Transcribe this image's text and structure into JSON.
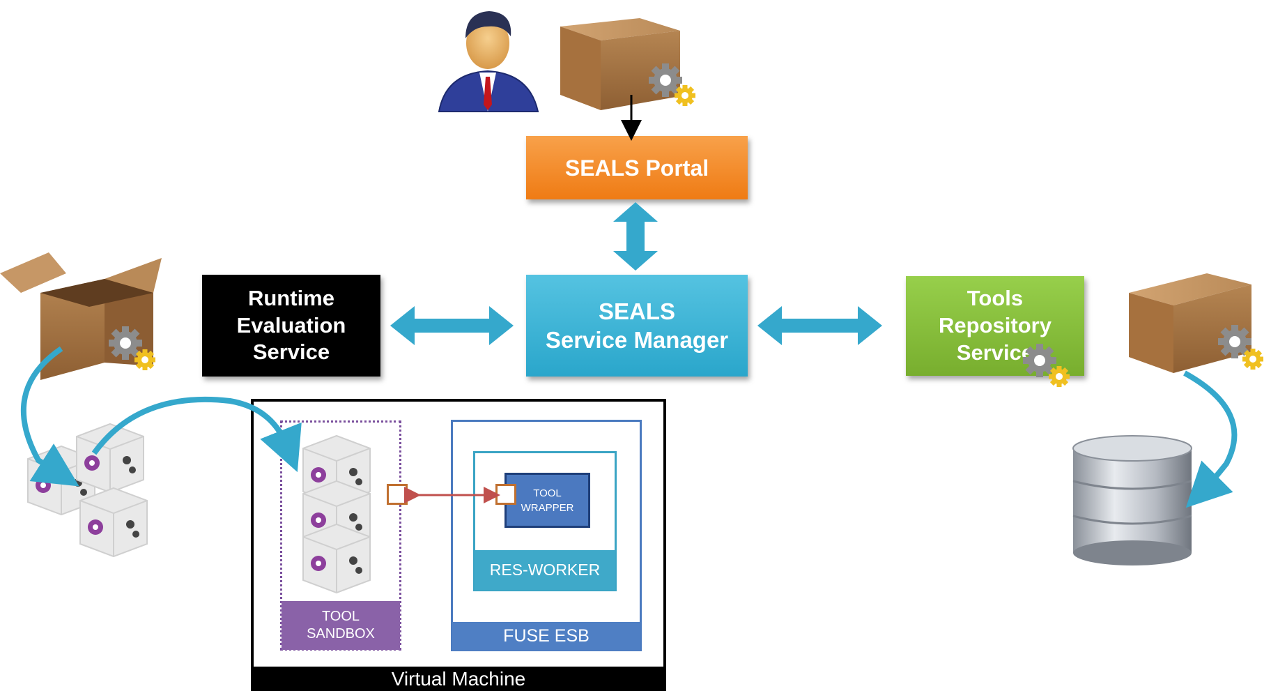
{
  "portal": {
    "label": "SEALS Portal"
  },
  "manager": {
    "line1": "SEALS",
    "line2": "Service Manager"
  },
  "runtime": {
    "line1": "Runtime",
    "line2": "Evaluation",
    "line3": "Service"
  },
  "tools": {
    "line1": "Tools",
    "line2": "Repository",
    "line3": "Service"
  },
  "vm": {
    "label": "Virtual Machine"
  },
  "sandbox": {
    "line1": "TOOL",
    "line2": "SANDBOX"
  },
  "esb": {
    "label": "FUSE ESB"
  },
  "worker": {
    "label": "RES-WORKER"
  },
  "wrapper": {
    "line1": "TOOL",
    "line2": "WRAPPER"
  },
  "colors": {
    "portal": "#ef7b14",
    "manager": "#2aa6cb",
    "runtime": "#000000",
    "tools": "#78ae2e",
    "arrow": "#35a8cc",
    "sandbox": "#8a62a8",
    "esb": "#4f7fc4",
    "link": "#c0504d"
  },
  "icons": [
    "user-icon",
    "package-icon",
    "gear-icon",
    "open-box-icon",
    "plugin-cube-icon",
    "database-icon"
  ]
}
